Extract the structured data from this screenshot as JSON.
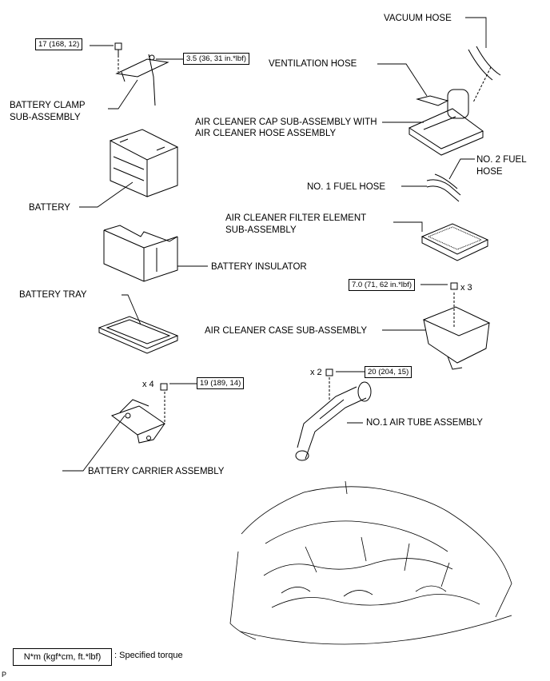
{
  "labels": {
    "vacuum_hose": "VACUUM HOSE",
    "ventilation_hose": "VENTILATION HOSE",
    "battery_clamp_line1": "BATTERY CLAMP",
    "battery_clamp_line2": "SUB-ASSEMBLY",
    "air_cleaner_cap_line1": "AIR CLEANER CAP SUB-ASSEMBLY WITH",
    "air_cleaner_cap_line2": "AIR CLEANER HOSE ASSEMBLY",
    "no2_fuel_hose_line1": "NO. 2 FUEL",
    "no2_fuel_hose_line2": "HOSE",
    "no1_fuel_hose": "NO. 1 FUEL HOSE",
    "battery": "BATTERY",
    "filter_element_line1": "AIR CLEANER FILTER ELEMENT",
    "filter_element_line2": "SUB-ASSEMBLY",
    "battery_insulator": "BATTERY INSULATOR",
    "battery_tray": "BATTERY TRAY",
    "air_cleaner_case": "AIR CLEANER CASE SUB-ASSEMBLY",
    "no1_air_tube": "NO.1 AIR TUBE ASSEMBLY",
    "battery_carrier": "BATTERY CARRIER ASSEMBLY"
  },
  "torques": {
    "clamp_bolt": "17 (168, 12)",
    "clamp_nut": "3.5 (36, 31 in.*lbf)",
    "case_bolt": "7.0 (71, 62 in.*lbf)",
    "carrier_bolt": "19 (189, 14)",
    "air_tube_bolt": "20 (204, 15)"
  },
  "quantities": {
    "case_bolt": "x 3",
    "carrier_bolt": "x 4",
    "air_tube_bolt": "x 2"
  },
  "legend": {
    "unit_box": "N*m (kgf*cm, ft.*lbf)",
    "description": ": Specified torque"
  },
  "footer_mark": "P"
}
